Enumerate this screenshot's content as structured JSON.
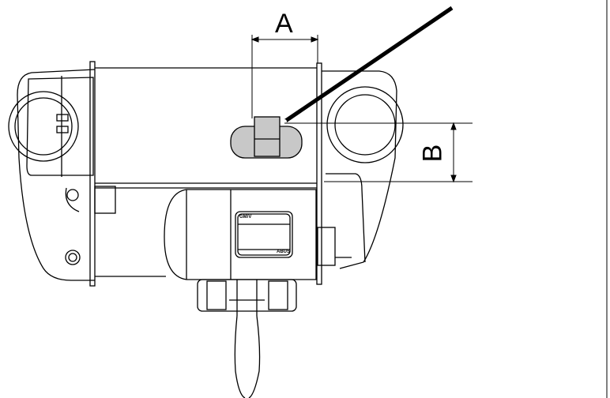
{
  "dimensions": {
    "a_label": "A",
    "b_label": "B"
  },
  "nameplate": {
    "model": "GM/V",
    "brand": "ABUS"
  },
  "colors": {
    "stroke": "#000000",
    "shade": "#c8c8c8",
    "background": "#ffffff"
  }
}
